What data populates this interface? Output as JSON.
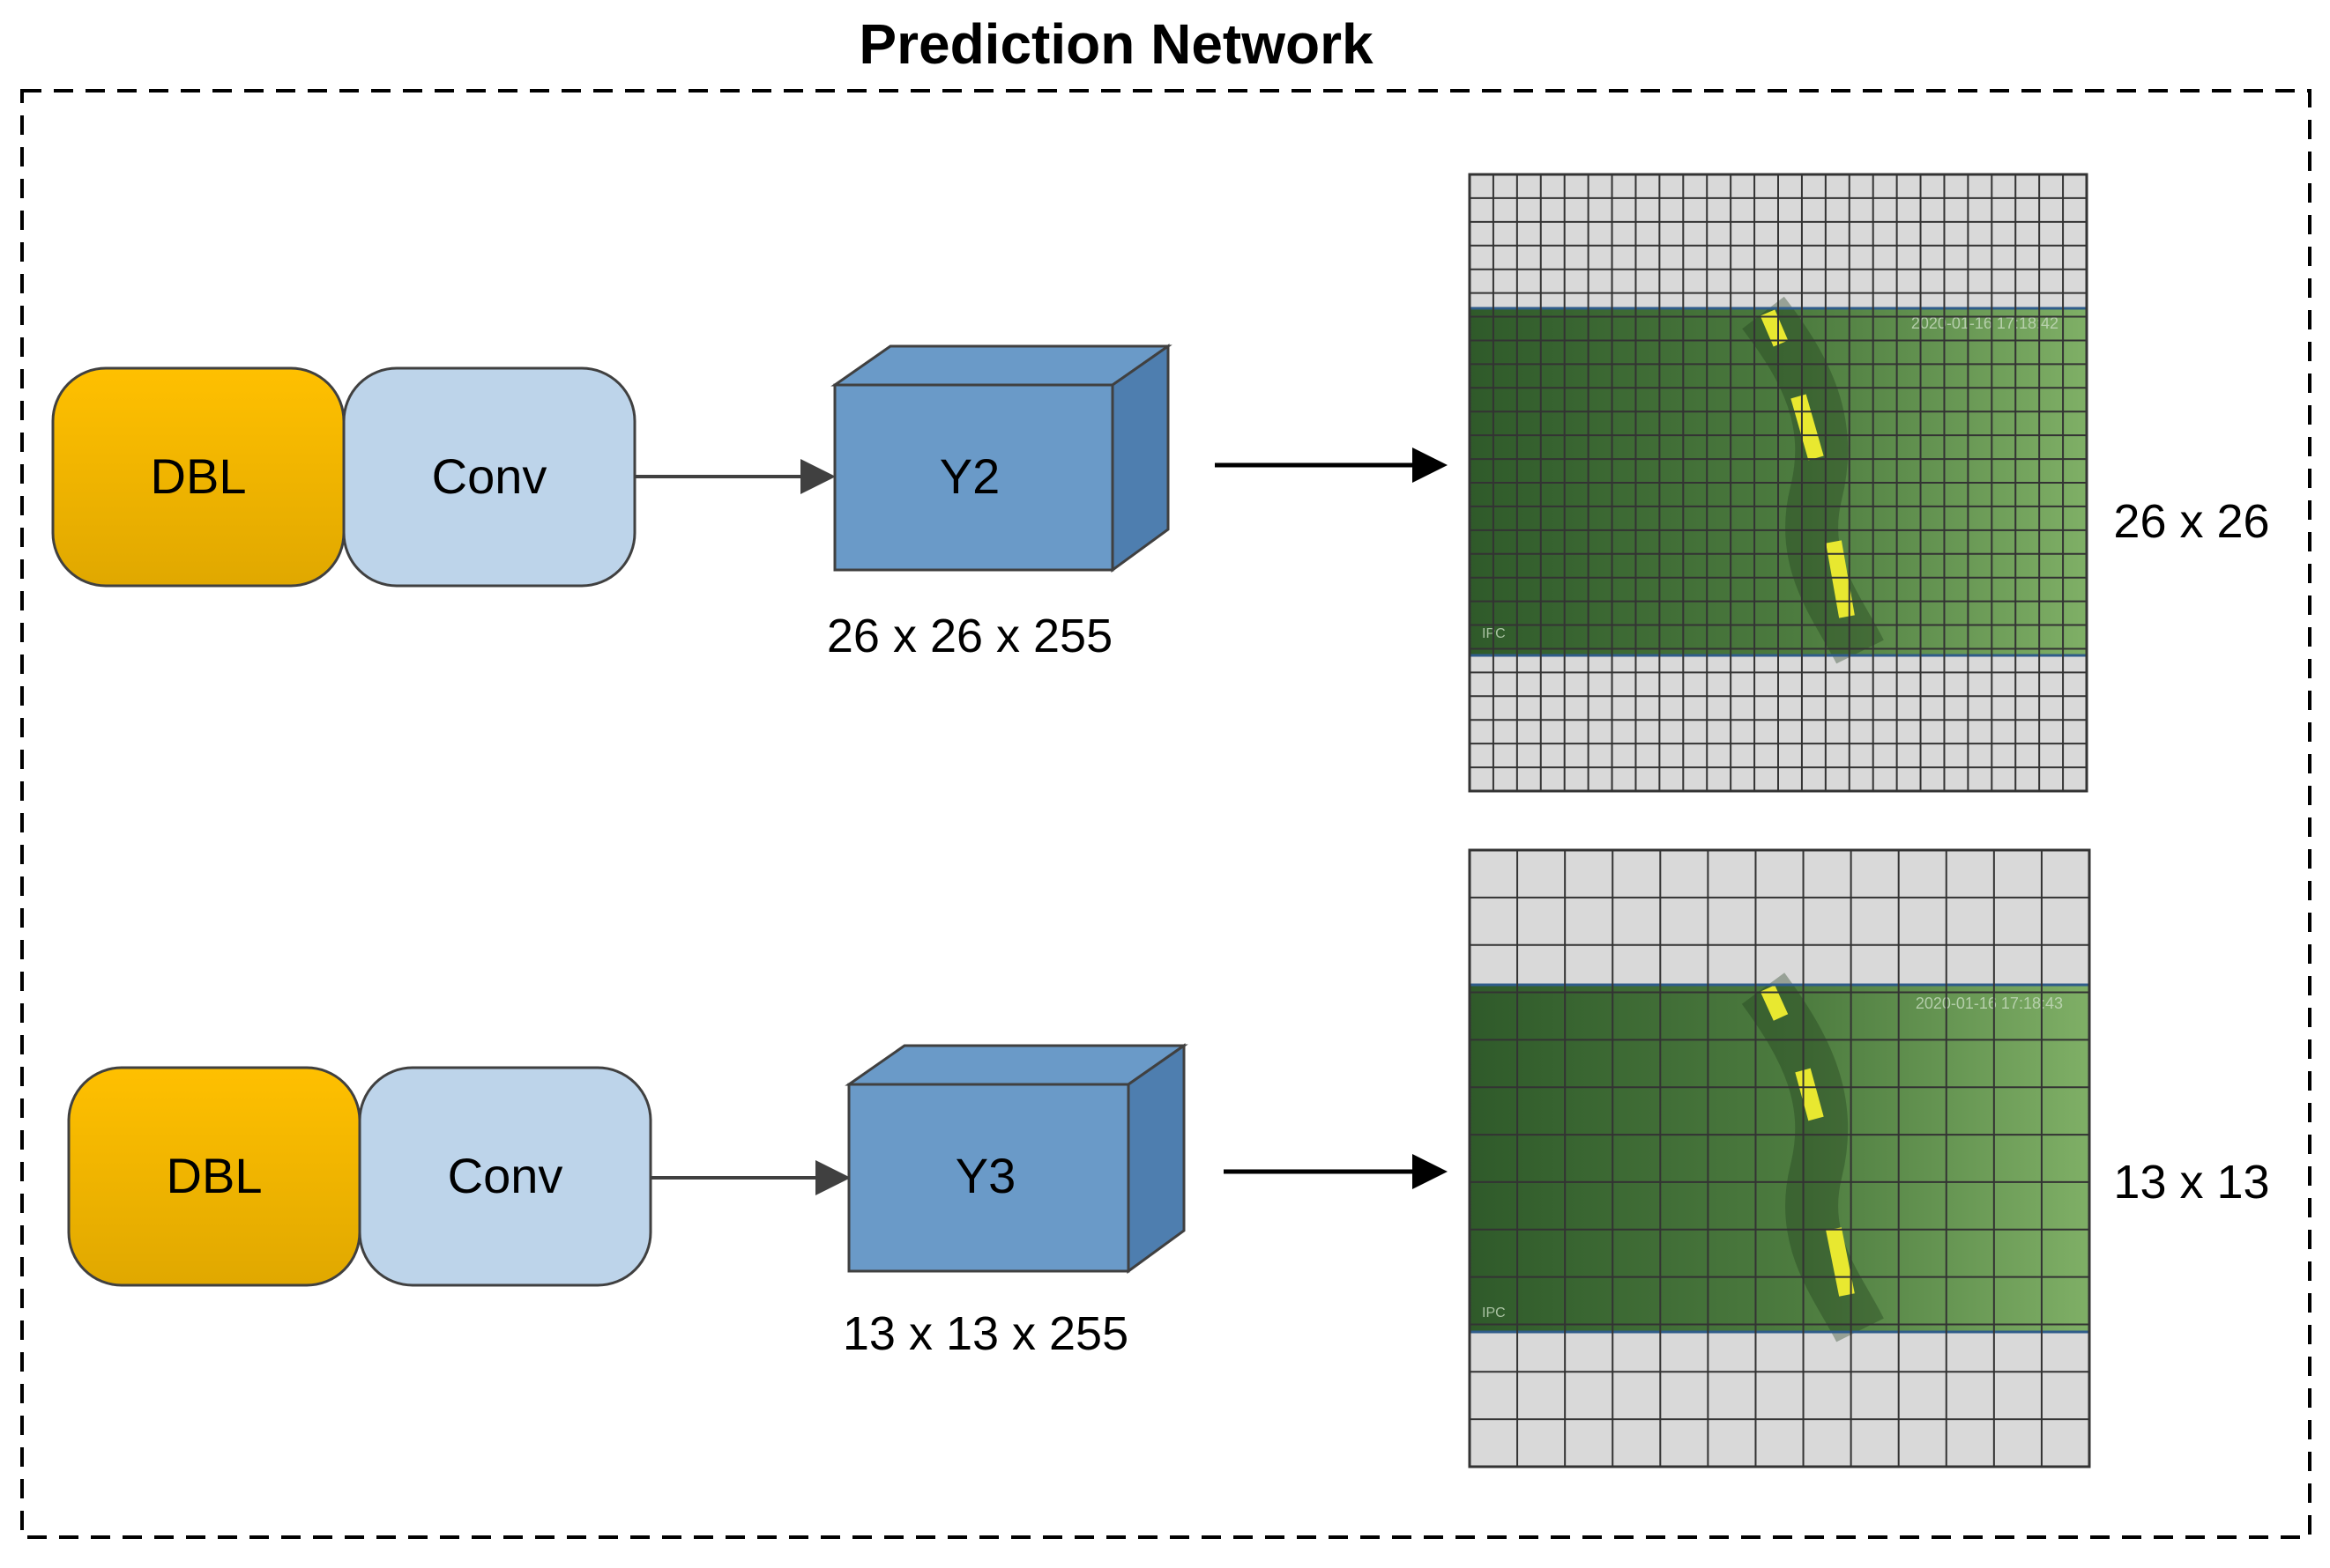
{
  "title": "Prediction Network",
  "colors": {
    "dbl_top": "#FFC000",
    "dbl_bottom": "#E0A800",
    "conv": "#BDD4EA",
    "tensor": "#6A9AC8",
    "tensor_dark": "#4E7EAF",
    "grid_bg": "#D9D9D9",
    "water_dark": "#2F5A2A",
    "water_light": "#7FAF66",
    "rope": "#E8E830"
  },
  "rows": [
    {
      "id": "y2",
      "dbl_label": "DBL",
      "conv_label": "Conv",
      "tensor_label": "Y2",
      "tensor_shape": "26 x 26 x 255",
      "grid_label": "26 x 26",
      "grid_cols": 26,
      "grid_rows": 26,
      "overlay_timestamp": "2020-01-16 17:18:42",
      "overlay_corner": "IPC"
    },
    {
      "id": "y3",
      "dbl_label": "DBL",
      "conv_label": "Conv",
      "tensor_label": "Y3",
      "tensor_shape": "13 x 13 x 255",
      "grid_label": "13 x 13",
      "grid_cols": 13,
      "grid_rows": 13,
      "overlay_timestamp": "2020-01-16 17:18:43",
      "overlay_corner": "IPC"
    }
  ]
}
